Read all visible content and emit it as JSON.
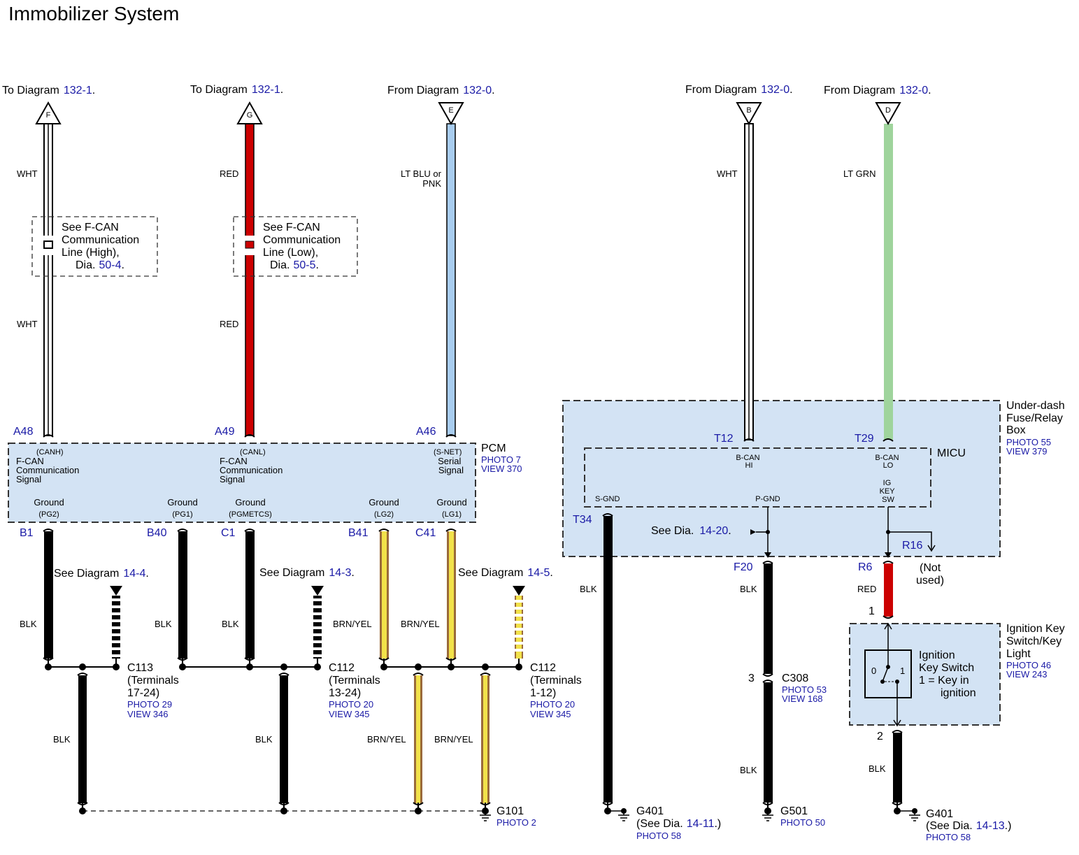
{
  "title": "Immobilizer System",
  "labels": {
    "to_diagram": "To Diagram",
    "from_diagram": "From Diagram",
    "ref_132_1": "132-1",
    "ref_132_0": "132-0",
    "period": "."
  },
  "connectors_top": {
    "F": "F",
    "G": "G",
    "E": "E",
    "B": "B",
    "D": "D"
  },
  "wire_colors": {
    "wht": "WHT",
    "red": "RED",
    "lt_blu_1": "LT BLU or",
    "lt_blu_2": "PNK",
    "lt_grn": "LT GRN",
    "blk": "BLK",
    "brn_yel": "BRN/YEL"
  },
  "notes": {
    "fcan_high": [
      "See F-CAN",
      "Communication",
      "Line (High),",
      "Dia."
    ],
    "fcan_high_ref": "50-4",
    "fcan_low": [
      "See F-CAN",
      "Communication",
      "Line (Low),",
      "Dia."
    ],
    "fcan_low_ref": "50-5",
    "see_diagram": "See Diagram",
    "ref_14_4": "14-4",
    "ref_14_3": "14-3",
    "ref_14_5": "14-5",
    "see_dia": "See Dia.",
    "ref_14_20": "14-20"
  },
  "pcm": {
    "name": "PCM",
    "photo": "PHOTO 7",
    "view": "VIEW 370",
    "pins": {
      "A48": "A48",
      "A49": "A49",
      "A46": "A46",
      "B1": "B1",
      "B40": "B40",
      "C1": "C1",
      "B41": "B41",
      "C41": "C41"
    },
    "canh": [
      "(CANH)",
      "F-CAN",
      "Communication",
      "Signal"
    ],
    "canl": [
      "(CANL)",
      "F-CAN",
      "Communication",
      "Signal"
    ],
    "snet": [
      "(S-NET)",
      "Serial",
      "Signal"
    ],
    "grounds": [
      {
        "label": "Ground",
        "code": "(PG2)"
      },
      {
        "label": "Ground",
        "code": "(PG1)"
      },
      {
        "label": "Ground",
        "code": "(PGMETCS)"
      },
      {
        "label": "Ground",
        "code": "(LG2)"
      },
      {
        "label": "Ground",
        "code": "(LG1)"
      }
    ]
  },
  "connectors": {
    "c113": [
      "C113",
      "(Terminals",
      "17-24)"
    ],
    "c113_photo": "PHOTO 29",
    "c113_view": "VIEW 346",
    "c112a": [
      "C112",
      "(Terminals",
      "13-24)"
    ],
    "c112a_photo": "PHOTO 20",
    "c112a_view": "VIEW 345",
    "c112b": [
      "C112",
      "(Terminals",
      "1-12)"
    ],
    "c112b_photo": "PHOTO 20",
    "c112b_view": "VIEW 345",
    "c308": "C308",
    "c308_pin": "3",
    "c308_photo": "PHOTO 53",
    "c308_view": "VIEW 168"
  },
  "grounds": {
    "g101": "G101",
    "g101_photo": "PHOTO 2",
    "g401a": "G401",
    "g401a_see": "(See Dia.",
    "g401a_ref": "14-11",
    "g401a_close": ".)",
    "g401a_photo": "PHOTO 58",
    "g501": "G501",
    "g501_photo": "PHOTO 50",
    "g401b": "G401",
    "g401b_see": "(See Dia.",
    "g401b_ref": "14-13",
    "g401b_close": ".)",
    "g401b_photo": "PHOTO 58"
  },
  "fuse_box": {
    "name": [
      "Under-dash",
      "Fuse/Relay",
      "Box"
    ],
    "photo": "PHOTO 55",
    "view": "VIEW 379",
    "micu": "MICU",
    "T12": "T12",
    "T29": "T29",
    "T34": "T34",
    "bcan_hi": [
      "B-CAN",
      "HI"
    ],
    "bcan_lo": [
      "B-CAN",
      "LO"
    ],
    "sgnd": "S-GND",
    "pgnd": "P-GND",
    "ig_key": [
      "IG",
      "KEY",
      "SW"
    ],
    "R16": "R16",
    "F20": "F20",
    "R6": "R6",
    "not_used": [
      "(Not",
      "used)"
    ]
  },
  "ignition": {
    "name": [
      "Ignition Key",
      "Switch/Key",
      "Light"
    ],
    "photo": "PHOTO 46",
    "view": "VIEW 243",
    "switch_desc": [
      "Ignition",
      "Key Switch",
      "1 = Key in",
      "ignition"
    ],
    "pos0": "0",
    "pos1": "1",
    "pin1": "1",
    "pin2": "2"
  },
  "colors": {
    "module_fill": "#d3e3f4",
    "wire_red": "#cc0000",
    "wire_blue": "#a9cdef",
    "wire_green": "#9fd49c",
    "wire_yellow": "#f2e24a",
    "wire_brown": "#9a6a3a",
    "ref_text": "#1a1aa6"
  }
}
